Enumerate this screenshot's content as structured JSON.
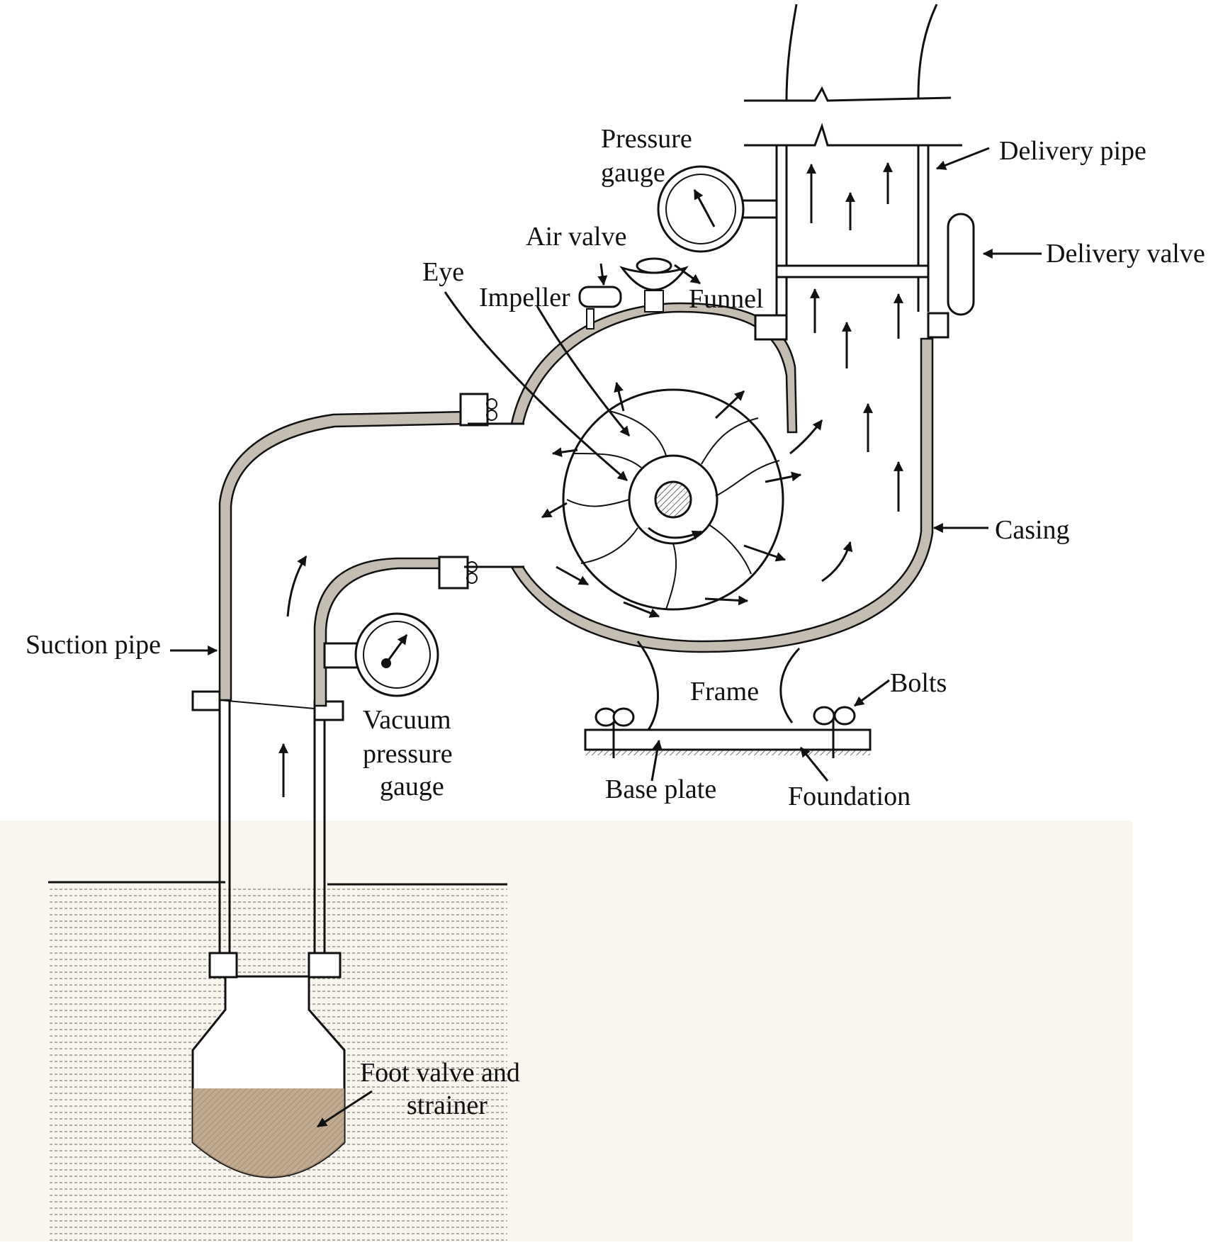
{
  "labels": {
    "pressure_gauge_1": "Pressure",
    "pressure_gauge_2": "gauge",
    "delivery_pipe": "Delivery pipe",
    "delivery_valve": "Delivery valve",
    "air_valve": "Air valve",
    "eye": "Eye",
    "impeller": "Impeller",
    "funnel": "Funnel",
    "casing": "Casing",
    "suction_pipe": "Suction pipe",
    "frame": "Frame",
    "bolts": "Bolts",
    "vacuum_gauge_1": "Vacuum",
    "vacuum_gauge_2": "pressure",
    "vacuum_gauge_3": "gauge",
    "base_plate": "Base plate",
    "foundation": "Foundation",
    "foot_valve_1": "Foot valve and",
    "foot_valve_2": "strainer"
  },
  "colors": {
    "ink": "#111111",
    "wall_fill": "#c4bdb1",
    "sump_background": "#f8f6ee",
    "water_dash": "#8f8d84",
    "strainer_fill": "#b89c7c"
  }
}
